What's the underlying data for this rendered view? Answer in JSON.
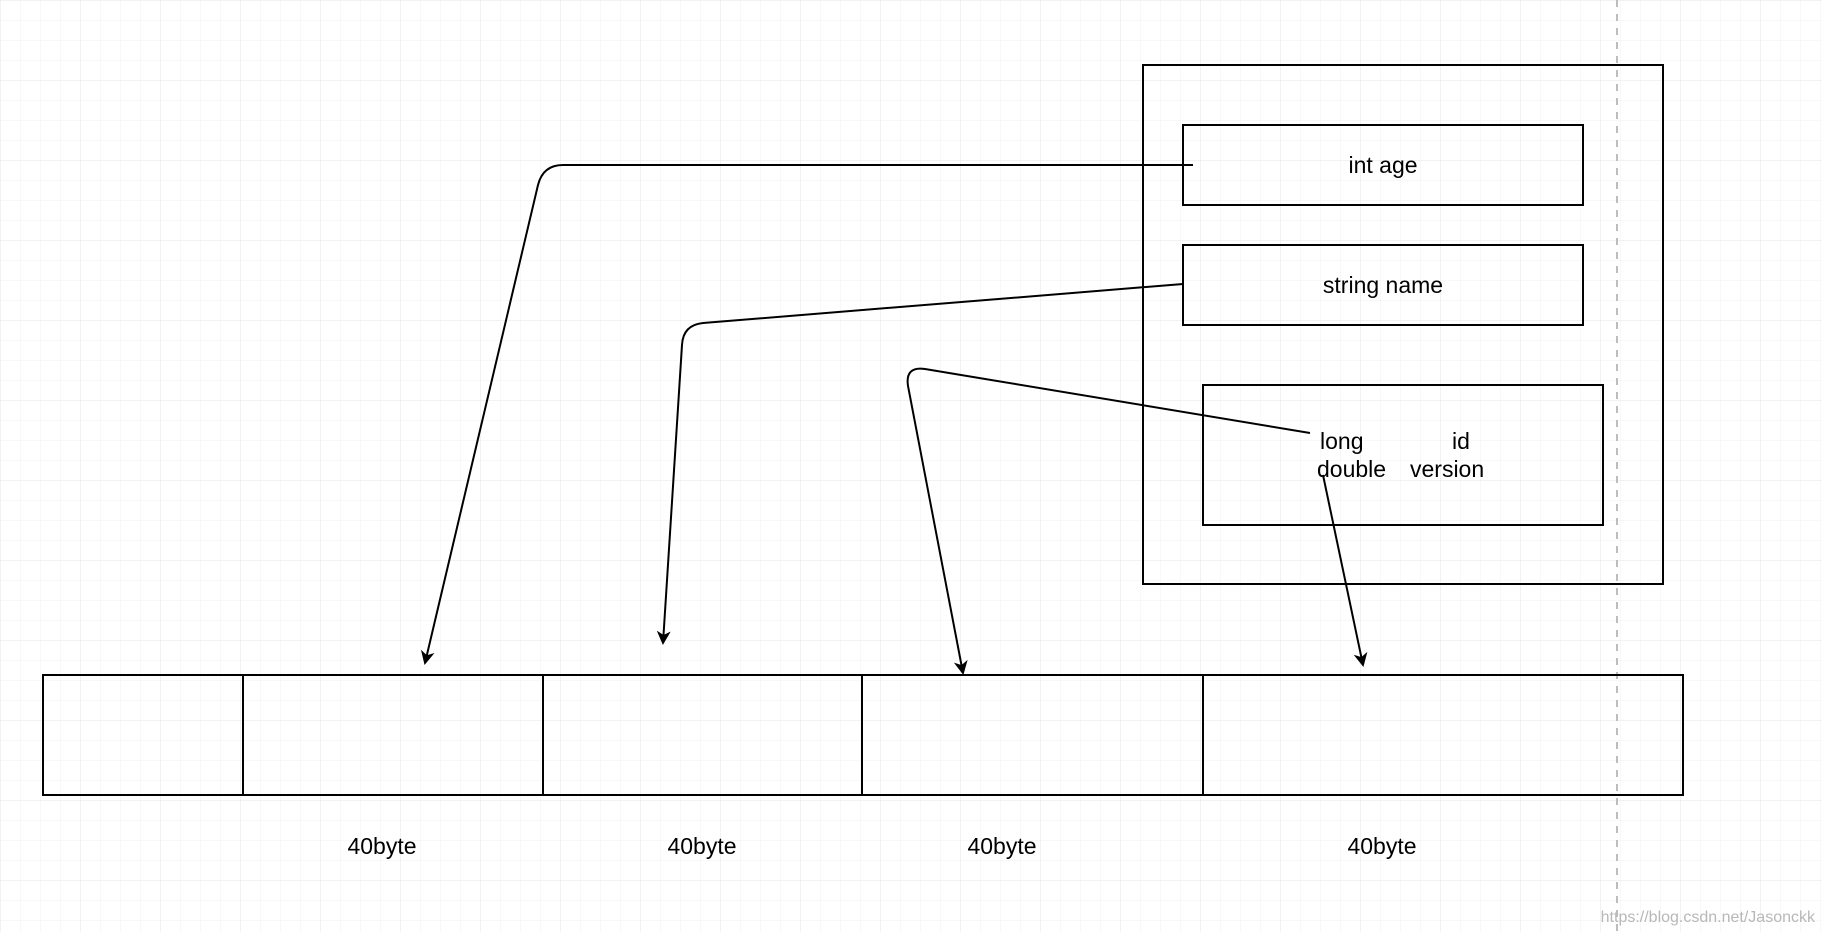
{
  "object_fields": {
    "field_1": "int  age",
    "field_2": "string name",
    "field_3_line_1_left": "long",
    "field_3_line_1_right": "id",
    "field_3_line_2_left": "double",
    "field_3_line_2_right": "version"
  },
  "memory_segments": {
    "labels": [
      "40byte",
      "40byte",
      "40byte",
      "40byte"
    ]
  },
  "watermark": "https://blog.csdn.net/Jasonckk",
  "colors": {
    "background": "#ffffff",
    "grid_minor": "#f1f1f1",
    "grid_major": "#e4e4e4",
    "stroke": "#000000",
    "guide": "#bdbdbd",
    "watermark": "#b8b8b8"
  }
}
